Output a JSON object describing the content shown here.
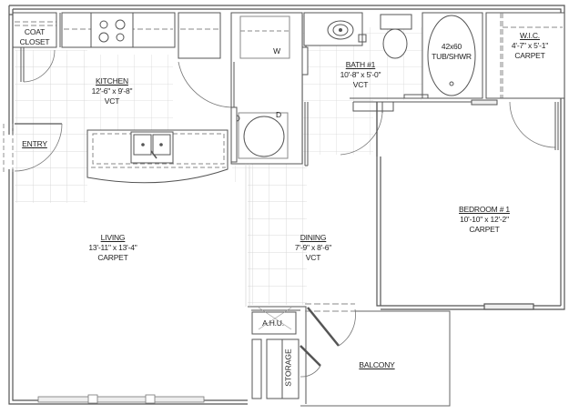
{
  "plan": {
    "type": "apartment floor plan",
    "rooms": {
      "coat_closet": {
        "name_line1": "COAT",
        "name_line2": "CLOSET"
      },
      "kitchen": {
        "name": "KITCHEN",
        "size": "12'-6\" x 9'-8\"",
        "floor": "VCT"
      },
      "entry": {
        "name": "ENTRY"
      },
      "laundry": {
        "washer": "W",
        "dryer": "D"
      },
      "bath": {
        "name": "BATH #1",
        "size": "10'-8\" x 5'-0\"",
        "floor": "VCT"
      },
      "tub": {
        "line1": "42x60",
        "line2": "TUB/SHWR"
      },
      "wic": {
        "name": "W.I.C.",
        "size": "4'-7\" x 5'-1\"",
        "floor": "CARPET"
      },
      "living": {
        "name": "LIVING",
        "size": "13'-11\" x 13'-4\"",
        "floor": "CARPET"
      },
      "dining": {
        "name": "DINING",
        "size": "7'-9\" x 8'-6\"",
        "floor": "VCT"
      },
      "bedroom": {
        "name": "BEDROOM # 1",
        "size": "10'-10\" x 12'-2\"",
        "floor": "CARPET"
      },
      "ahu": {
        "name": "A.H.U."
      },
      "storage": {
        "name": "STORAGE"
      },
      "balcony": {
        "name": "BALCONY"
      }
    },
    "colors": {
      "wall": "#555555",
      "grid": "#d6d6d6",
      "background": "#ffffff"
    }
  }
}
